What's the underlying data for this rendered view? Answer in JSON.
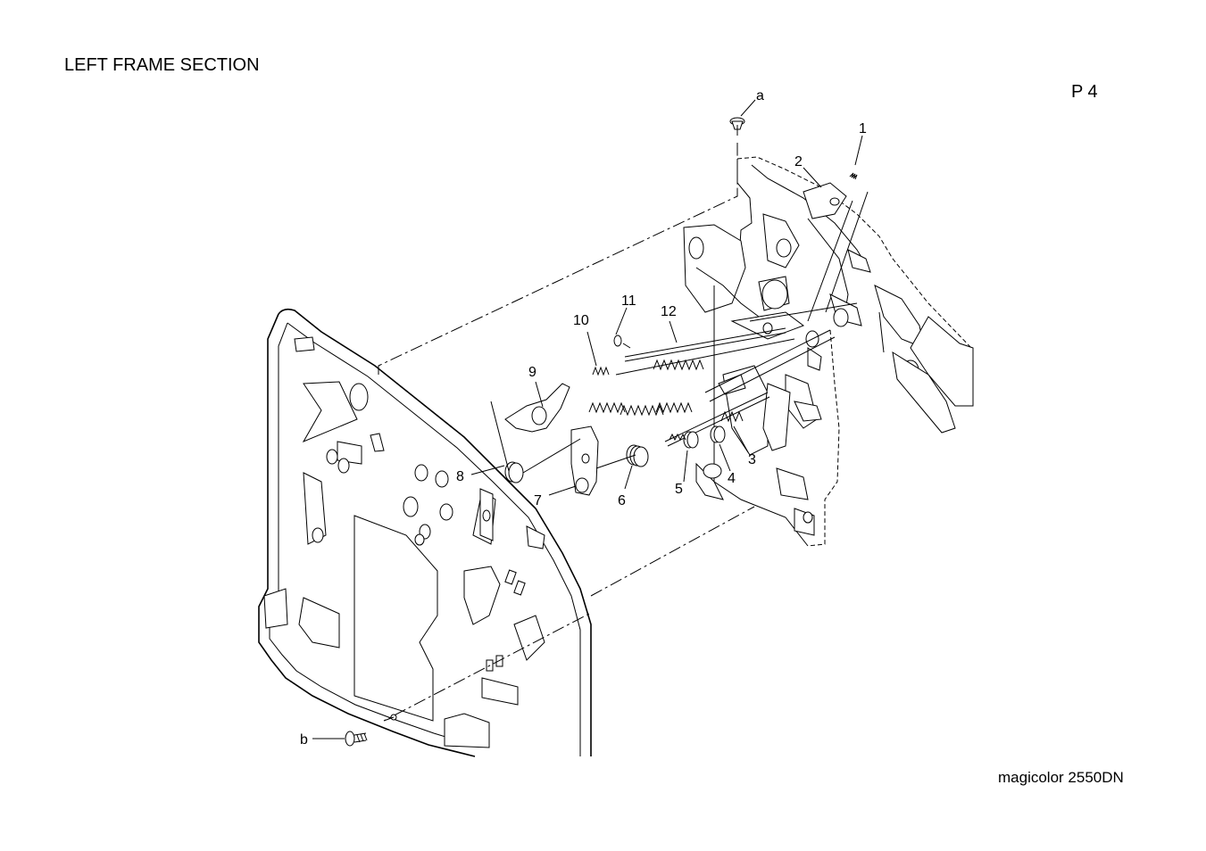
{
  "header": {
    "title": "LEFT FRAME SECTION",
    "page": "P 4"
  },
  "footer": {
    "model": "magicolor 2550DN"
  },
  "callouts": {
    "a": "a",
    "b": "b",
    "n1": "1",
    "n2": "2",
    "n3": "3",
    "n4": "4",
    "n5": "5",
    "n6": "6",
    "n7": "7",
    "n8": "8",
    "n9": "9",
    "n10": "10",
    "n11": "11",
    "n12": "12"
  }
}
